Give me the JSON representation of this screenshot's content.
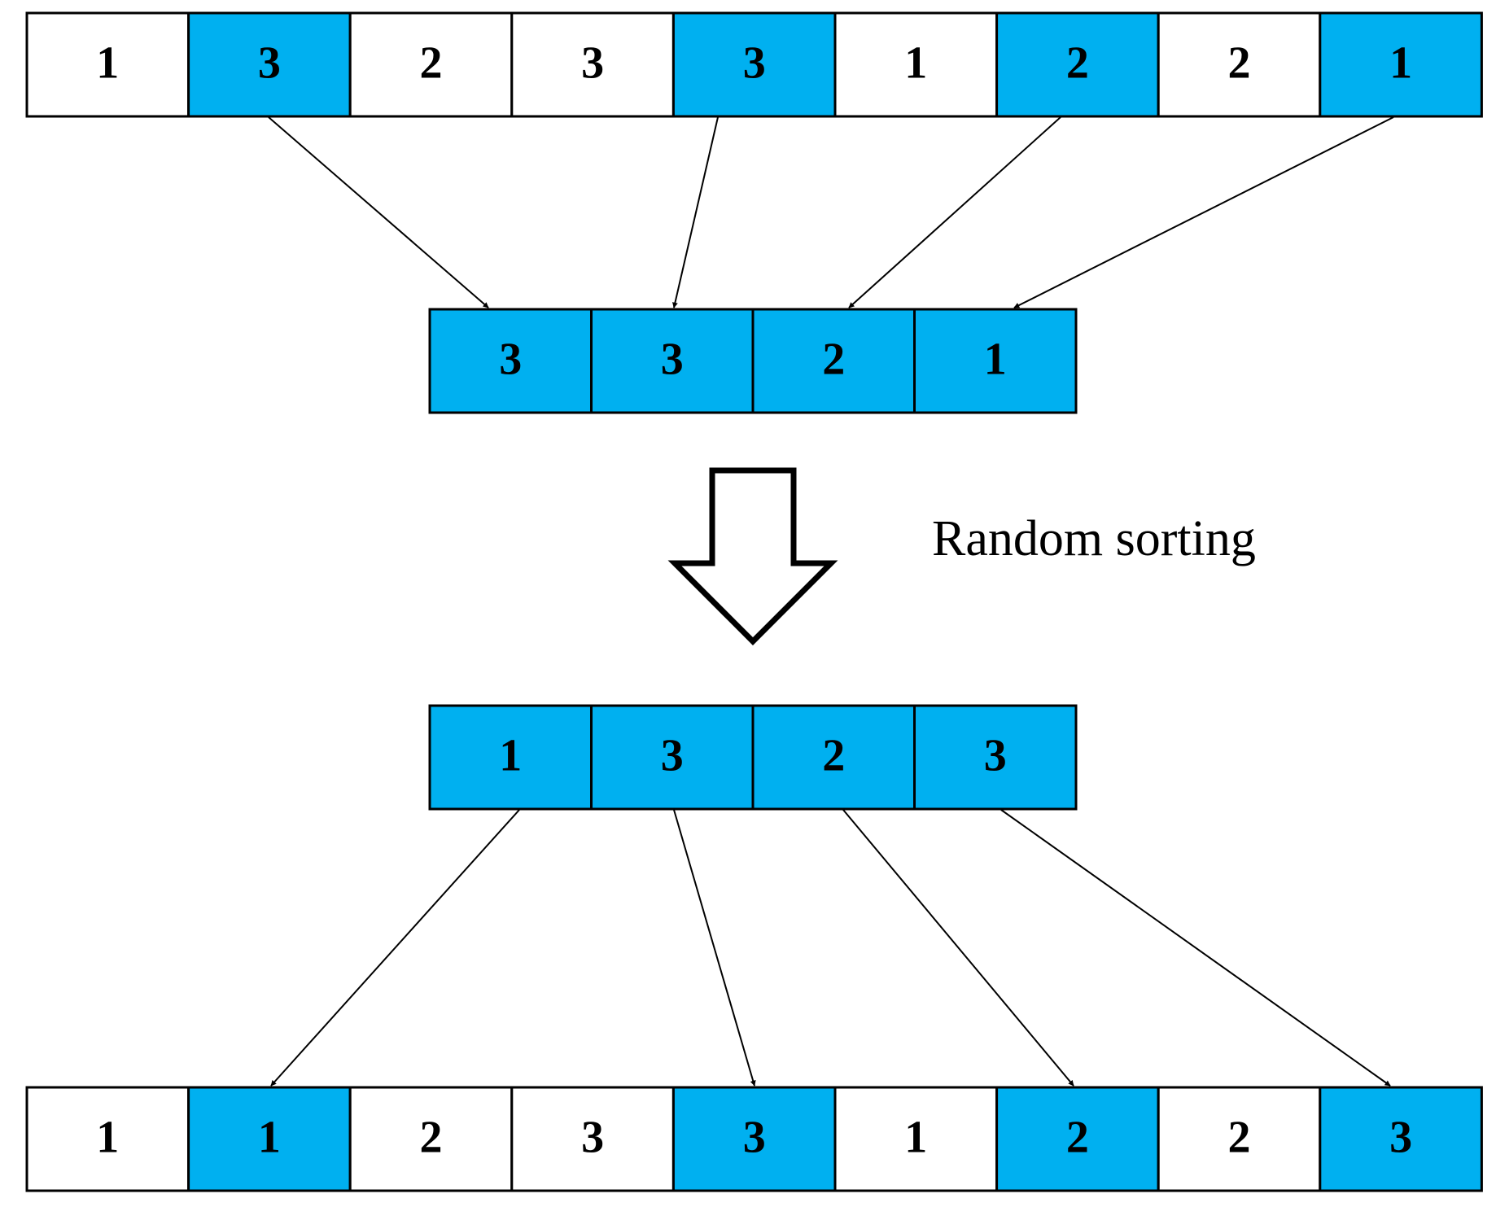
{
  "colors": {
    "highlight": "#00B0F0",
    "plain": "#FFFFFF",
    "stroke": "#000000"
  },
  "top_row": {
    "values": [
      "1",
      "3",
      "2",
      "3",
      "3",
      "1",
      "2",
      "2",
      "1"
    ],
    "highlighted": [
      false,
      true,
      false,
      false,
      true,
      false,
      true,
      false,
      true
    ]
  },
  "extracted_row": {
    "values": [
      "3",
      "3",
      "2",
      "1"
    ]
  },
  "sorting_label": "Random sorting",
  "sorted_row": {
    "values": [
      "1",
      "3",
      "2",
      "3"
    ]
  },
  "bottom_row": {
    "values": [
      "1",
      "1",
      "2",
      "3",
      "3",
      "1",
      "2",
      "2",
      "3"
    ],
    "highlighted": [
      false,
      true,
      false,
      false,
      true,
      false,
      true,
      false,
      true
    ]
  }
}
